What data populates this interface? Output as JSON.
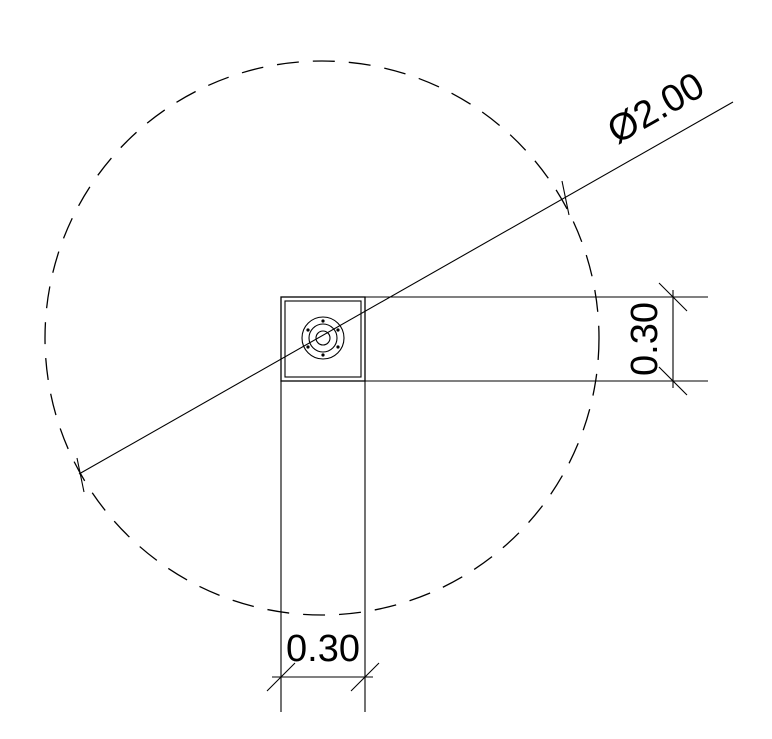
{
  "dimensions": {
    "diameter_label": "Ø2.00",
    "vertical_label": "0.30",
    "horizontal_label": "0.30"
  },
  "colors": {
    "ink": "#000000",
    "background": "#ffffff"
  }
}
